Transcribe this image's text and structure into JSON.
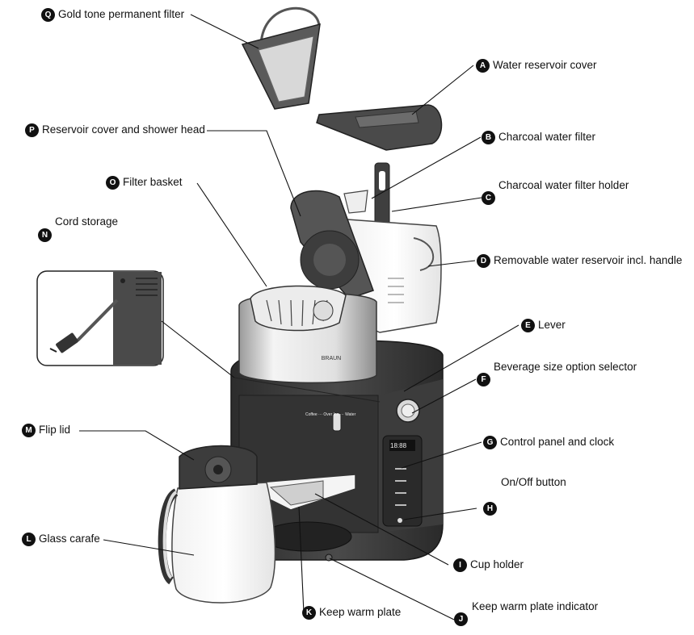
{
  "callouts": {
    "Q": {
      "letter": "Q",
      "text": "Gold tone permanent filter"
    },
    "A": {
      "letter": "A",
      "text": "Water reservoir cover"
    },
    "P": {
      "letter": "P",
      "text": "Reservoir cover and shower head"
    },
    "B": {
      "letter": "B",
      "text": "Charcoal water filter"
    },
    "O": {
      "letter": "O",
      "text": "Filter basket"
    },
    "C": {
      "letter": "C",
      "text": "Charcoal water filter holder"
    },
    "N": {
      "letter": "N",
      "text": "Cord storage"
    },
    "D": {
      "letter": "D",
      "text": "Removable water reservoir incl. handle"
    },
    "E": {
      "letter": "E",
      "text": "Lever"
    },
    "F": {
      "letter": "F",
      "text": "Beverage size option selector"
    },
    "M": {
      "letter": "M",
      "text": "Flip lid"
    },
    "G": {
      "letter": "G",
      "text": "Control panel and clock"
    },
    "H": {
      "letter": "H",
      "text": "On/Off button"
    },
    "L": {
      "letter": "L",
      "text": "Glass carafe"
    },
    "I": {
      "letter": "I",
      "text": "Cup holder"
    },
    "K": {
      "letter": "K",
      "text": "Keep warm plate"
    },
    "J": {
      "letter": "J",
      "text": "Keep warm plate indicator"
    }
  },
  "product": {
    "brand": "BRAUN",
    "clock": "18:88",
    "selector_text": "Coffee ··· Over Ice ··· Water"
  },
  "colors": {
    "body_dark": "#3a3a3a",
    "body_mid": "#555555",
    "steel": "#e6e6e6",
    "line": "#111111"
  }
}
